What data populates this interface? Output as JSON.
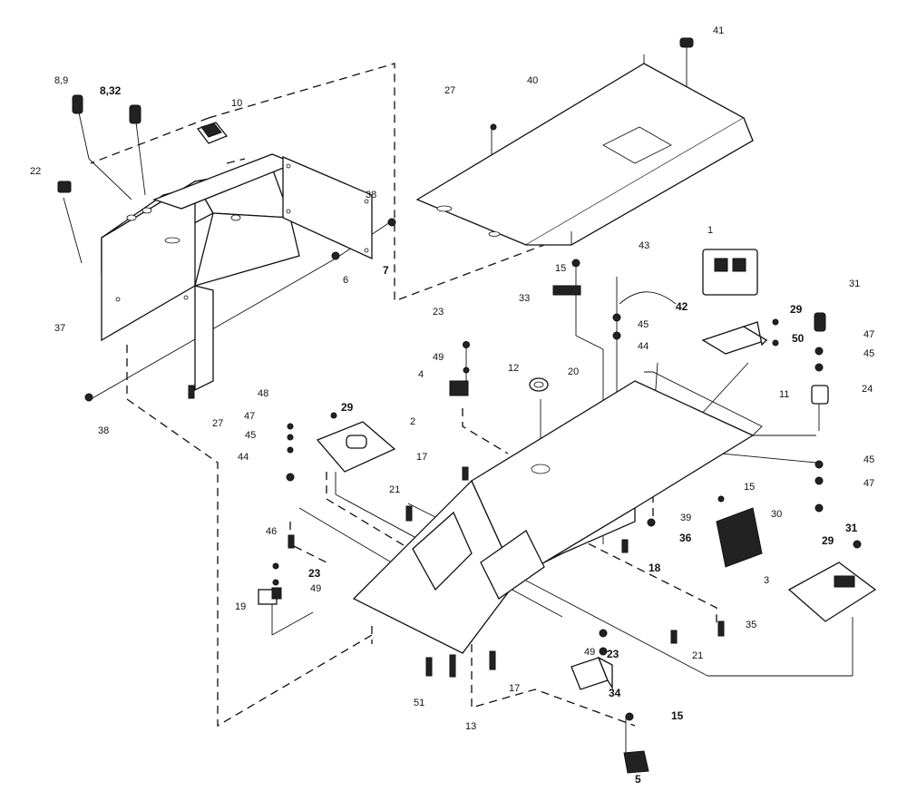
{
  "diagram": {
    "callouts": [
      {
        "id": "c1",
        "text": "8,9",
        "bold": false
      },
      {
        "id": "c2",
        "text": "8,32",
        "bold": true
      },
      {
        "id": "c3",
        "text": "10",
        "bold": false
      },
      {
        "id": "c4",
        "text": "22",
        "bold": false
      },
      {
        "id": "c5",
        "text": "38",
        "bold": false
      },
      {
        "id": "c6",
        "text": "7",
        "bold": true
      },
      {
        "id": "c7",
        "text": "6",
        "bold": false
      },
      {
        "id": "c8",
        "text": "37",
        "bold": false
      },
      {
        "id": "c9",
        "text": "38",
        "bold": false
      },
      {
        "id": "c10",
        "text": "27",
        "bold": false
      },
      {
        "id": "c11",
        "text": "27",
        "bold": false
      },
      {
        "id": "c12",
        "text": "40",
        "bold": false
      },
      {
        "id": "c13",
        "text": "41",
        "bold": false
      },
      {
        "id": "c14",
        "text": "15",
        "bold": false
      },
      {
        "id": "c15",
        "text": "43",
        "bold": false
      },
      {
        "id": "c16",
        "text": "1",
        "bold": false
      },
      {
        "id": "c17",
        "text": "33",
        "bold": false
      },
      {
        "id": "c18",
        "text": "42",
        "bold": true
      },
      {
        "id": "c19",
        "text": "45",
        "bold": false
      },
      {
        "id": "c20",
        "text": "44",
        "bold": false
      },
      {
        "id": "c21",
        "text": "29",
        "bold": true
      },
      {
        "id": "c22",
        "text": "50",
        "bold": true
      },
      {
        "id": "c23",
        "text": "31",
        "bold": false
      },
      {
        "id": "c24",
        "text": "47",
        "bold": false
      },
      {
        "id": "c25",
        "text": "45",
        "bold": false
      },
      {
        "id": "c26",
        "text": "11",
        "bold": false
      },
      {
        "id": "c27",
        "text": "24",
        "bold": false
      },
      {
        "id": "c28",
        "text": "23",
        "bold": false
      },
      {
        "id": "c29",
        "text": "49",
        "bold": false
      },
      {
        "id": "c30",
        "text": "4",
        "bold": false
      },
      {
        "id": "c31",
        "text": "12",
        "bold": false
      },
      {
        "id": "c32",
        "text": "20",
        "bold": false
      },
      {
        "id": "c33",
        "text": "48",
        "bold": false
      },
      {
        "id": "c34",
        "text": "29",
        "bold": true
      },
      {
        "id": "c35",
        "text": "47",
        "bold": false
      },
      {
        "id": "c36",
        "text": "45",
        "bold": false
      },
      {
        "id": "c37",
        "text": "44",
        "bold": false
      },
      {
        "id": "c38",
        "text": "2",
        "bold": false
      },
      {
        "id": "c39",
        "text": "17",
        "bold": false
      },
      {
        "id": "c40",
        "text": "21",
        "bold": false
      },
      {
        "id": "c41",
        "text": "45",
        "bold": false
      },
      {
        "id": "c42",
        "text": "47",
        "bold": false
      },
      {
        "id": "c43",
        "text": "15",
        "bold": false
      },
      {
        "id": "c44",
        "text": "39",
        "bold": false
      },
      {
        "id": "c45",
        "text": "30",
        "bold": false
      },
      {
        "id": "c46",
        "text": "36",
        "bold": true
      },
      {
        "id": "c47",
        "text": "31",
        "bold": true
      },
      {
        "id": "c48",
        "text": "46",
        "bold": false
      },
      {
        "id": "c49",
        "text": "18",
        "bold": true
      },
      {
        "id": "c50",
        "text": "29",
        "bold": true
      },
      {
        "id": "c51",
        "text": "23",
        "bold": true
      },
      {
        "id": "c52",
        "text": "49",
        "bold": false
      },
      {
        "id": "c53",
        "text": "3",
        "bold": false
      },
      {
        "id": "c54",
        "text": "19",
        "bold": false
      },
      {
        "id": "c55",
        "text": "35",
        "bold": false
      },
      {
        "id": "c56",
        "text": "21",
        "bold": false
      },
      {
        "id": "c57",
        "text": "49",
        "bold": false
      },
      {
        "id": "c58",
        "text": "23",
        "bold": true
      },
      {
        "id": "c59",
        "text": "34",
        "bold": true
      },
      {
        "id": "c60",
        "text": "51",
        "bold": false
      },
      {
        "id": "c61",
        "text": "13",
        "bold": false
      },
      {
        "id": "c62",
        "text": "17",
        "bold": false
      },
      {
        "id": "c63",
        "text": "15",
        "bold": true
      },
      {
        "id": "c64",
        "text": "5",
        "bold": true
      }
    ]
  }
}
